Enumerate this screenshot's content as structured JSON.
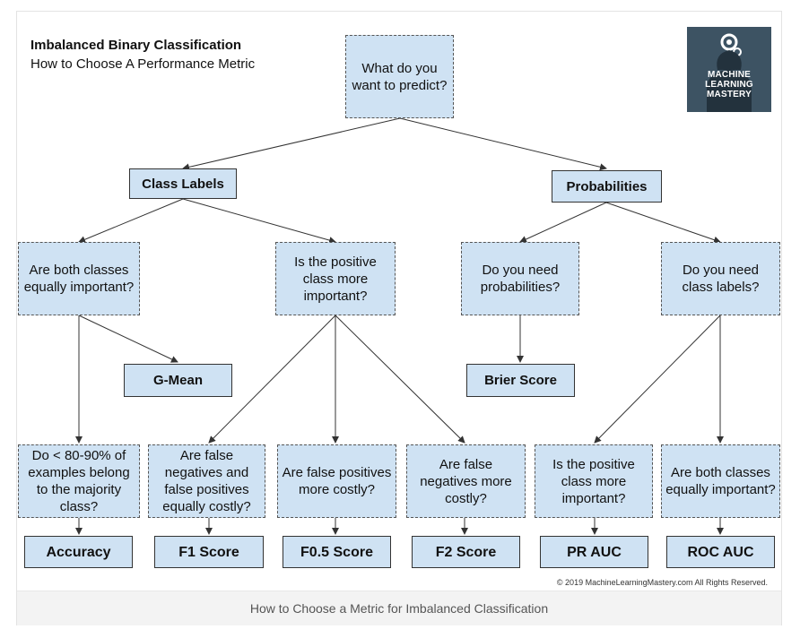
{
  "title": "Imbalanced Binary Classification",
  "subtitle": "How to Choose A Performance Metric",
  "logo": {
    "lines": [
      "MACHINE",
      "LEARNING",
      "MASTERY"
    ],
    "icon": "gear-head-icon",
    "background": "#3d5363"
  },
  "nodes": {
    "root": "What do you want to predict?",
    "class_labels": "Class Labels",
    "probabilities": "Probabilities",
    "q_equal": "Are both classes equally important?",
    "q_positive": "Is the positive class more important?",
    "q_need_prob": "Do you need probabilities?",
    "q_need_labels": "Do you need class labels?",
    "gmean": "G-Mean",
    "brier": "Brier Score",
    "q_majority": "Do < 80-90% of examples belong to the majority class?",
    "q_fn_fp": "Are false negatives and false positives equally costly?",
    "q_fp": "Are false positives more costly?",
    "q_fn": "Are false negatives more costly?",
    "q_positive2": "Is the positive class more important?",
    "q_equal2": "Are both classes equally important?",
    "accuracy": "Accuracy",
    "f1": "F1 Score",
    "f05": "F0.5 Score",
    "f2": "F2 Score",
    "prauc": "PR AUC",
    "rocauc": "ROC AUC"
  },
  "copyright": "© 2019 MachineLearningMastery.com All Rights Reserved.",
  "caption": "How to Choose a Metric for Imbalanced Classification",
  "colors": {
    "node_fill": "#cfe2f3",
    "edge": "#333333"
  }
}
